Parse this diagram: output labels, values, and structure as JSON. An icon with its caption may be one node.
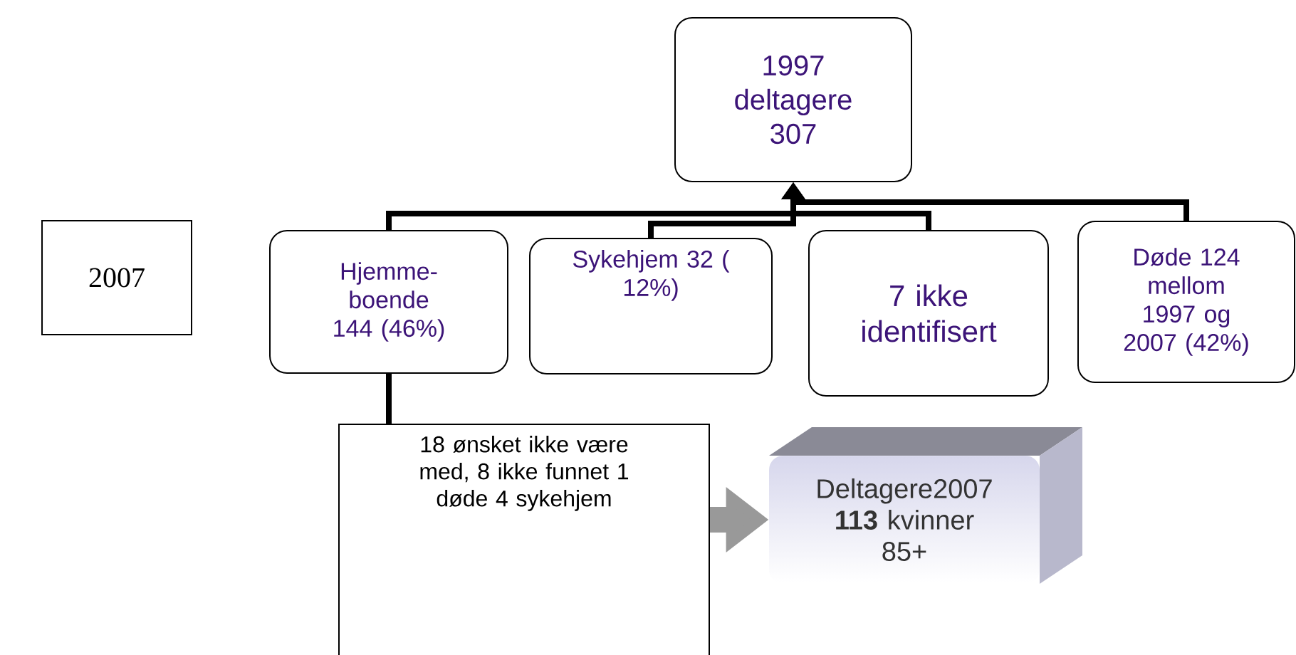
{
  "diagram": {
    "nodes": [
      {
        "text": [
          "2007"
        ]
      },
      {
        "text": [
          "1997 deltagere 307"
        ]
      },
      {
        "text": [
          "Hjemme-boende 144 (46%)"
        ]
      },
      {
        "text": [
          "Sykehjem 32 ( 12%)"
        ]
      },
      {
        "text": [
          "7 ikke identifisert"
        ]
      },
      {
        "text": [
          "Døde 124 mellom 1997 og 2007 (42%)"
        ]
      },
      {
        "text": [
          "18 ønsket ikke være med, 8 ikke funnet 1 døde 4 sykehjem"
        ]
      },
      {
        "text": [
          "Deltagere2007 **113** kvinner 85+"
        ]
      }
    ],
    "edges": [
      {
        "from": 2,
        "to": 1,
        "arrow": "to"
      },
      {
        "from": 3,
        "to": 1,
        "arrow": "to"
      },
      {
        "from": 4,
        "to": 1,
        "arrow": "to"
      },
      {
        "from": 5,
        "to": 1,
        "arrow": "to"
      },
      {
        "from": 2,
        "to": 6,
        "arrow": "none"
      },
      {
        "from": 6,
        "to": 7,
        "arrow": "to",
        "style": "thick",
        "color": "#999999"
      }
    ]
  }
}
